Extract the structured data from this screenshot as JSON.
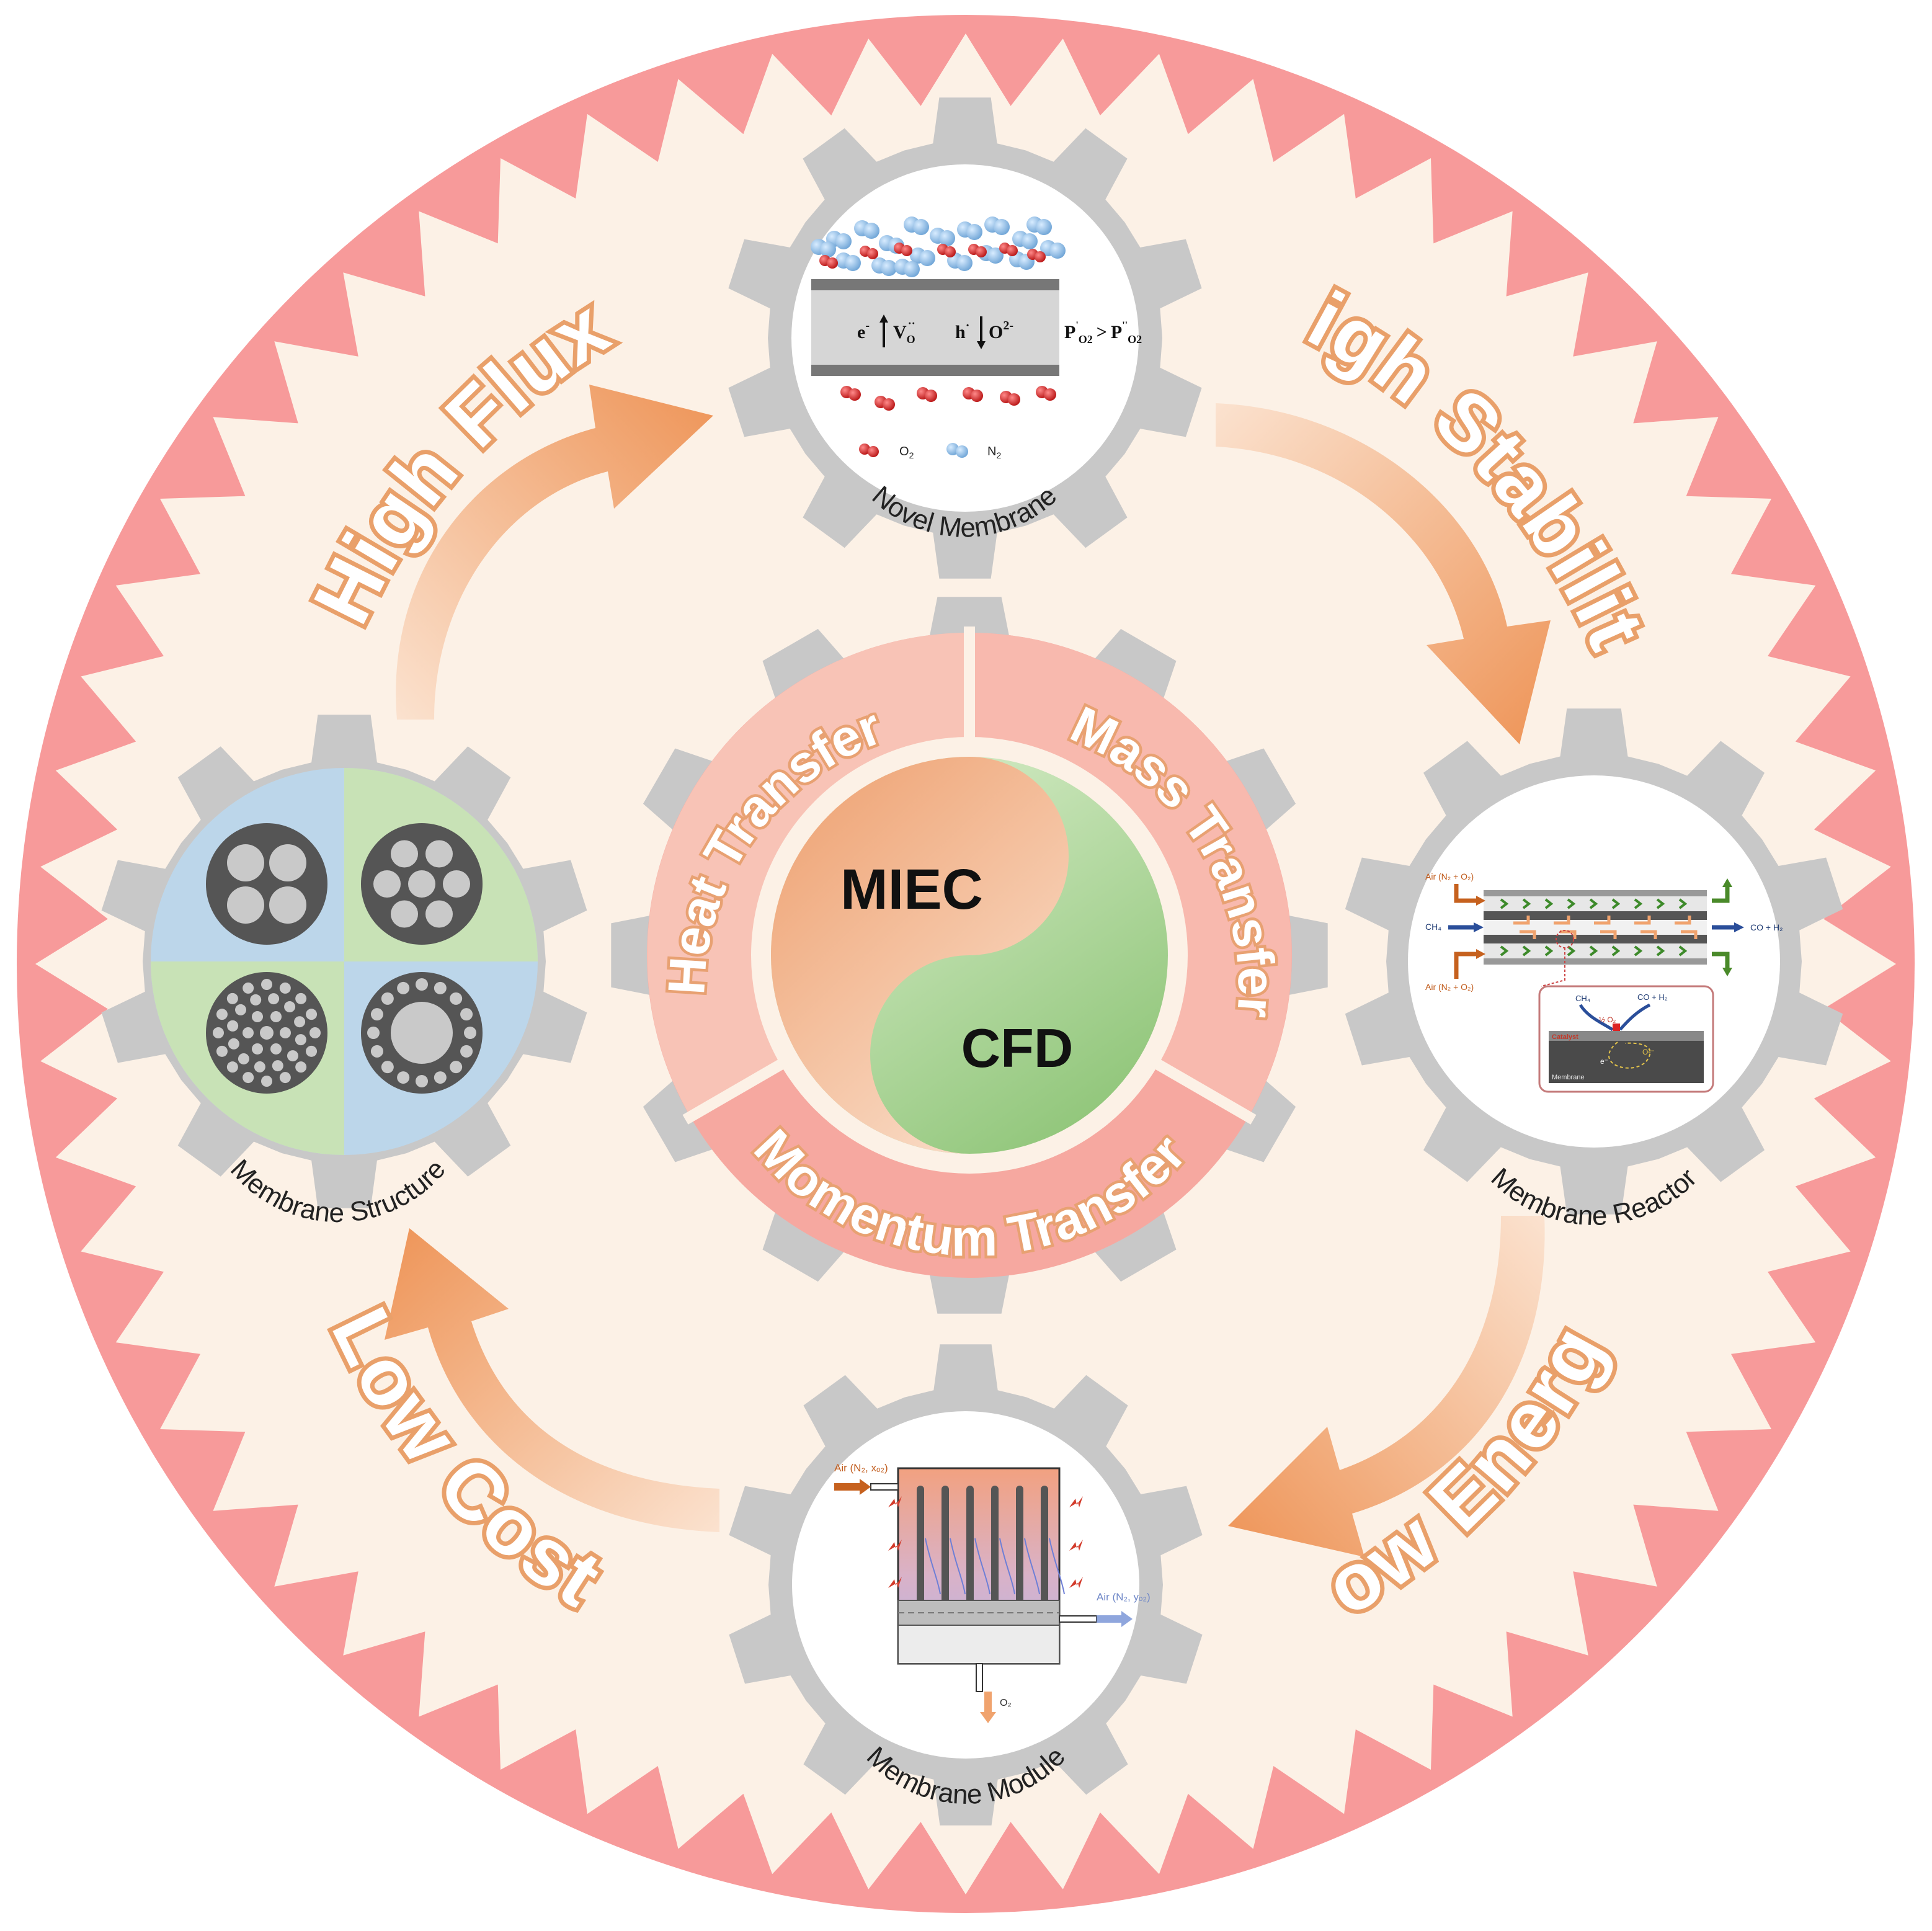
{
  "center": {
    "top_label": "MIEC",
    "bottom_label": "CFD"
  },
  "ring_segments": [
    "Heat Transfer",
    "Mass Transfer",
    "Momentum Transfer"
  ],
  "goals": {
    "top_left": "High Flux",
    "top_right": "High Stability",
    "bottom_right": "Low Energy",
    "bottom_left": "Low Cost"
  },
  "gears": {
    "novel_membrane": {
      "title": "Novel Membrane",
      "electron": "e",
      "electron_sup": "-",
      "vacancy": "V",
      "vacancy_sub": "O",
      "vacancy_sup": "··",
      "hole": "h",
      "hole_sup": "·",
      "oxide": "O",
      "oxide_sup": "2-",
      "pressure_left": "P",
      "pressure_left_sub": "O2",
      "pressure_left_sup": "'",
      "inequality": ">",
      "pressure_right": "P",
      "pressure_right_sub": "O2",
      "pressure_right_sup": "''",
      "legend_o2": "O",
      "legend_o2_sub": "2",
      "legend_n2": "N",
      "legend_n2_sub": "2"
    },
    "membrane_structure": {
      "title": "Membrane Structure"
    },
    "membrane_reactor": {
      "title": "Membrane Reactor",
      "air_top": "Air (N₂ + O₂)",
      "air_bottom": "Air (N₂ + O₂)",
      "ch4_in": "CH₄",
      "product_out": "CO + H₂",
      "inset_ch4": "CH₄",
      "inset_product": "CO + H₂",
      "inset_half_o2": "½ O₂",
      "inset_catalyst": "Catalyst",
      "inset_membrane": "Membrane",
      "inset_electron": "e⁻",
      "inset_oxide": "O²⁻"
    },
    "membrane_module": {
      "title": "Membrane Module",
      "air_in": "Air (N₂, xₒ₂)",
      "air_out": "Air (N₂, yₒ₂)",
      "o2_out": "O₂"
    }
  },
  "colors": {
    "outer_ring": "#f79a9a",
    "background": "#fcf1e6",
    "gear": "#c8c8c8",
    "arrow": "#ee9457",
    "orange_half": "#f0a77b",
    "green_half": "#9fd08a",
    "ring_pink": "#f8b5ad"
  }
}
